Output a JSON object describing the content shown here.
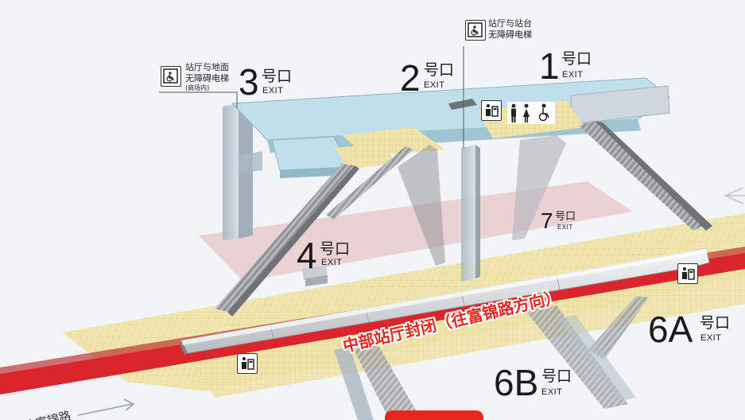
{
  "exits": {
    "exit1": {
      "number": "1",
      "hao": "号口",
      "exit": "EXIT"
    },
    "exit2": {
      "number": "2",
      "hao": "号口",
      "exit": "EXIT"
    },
    "exit3": {
      "number": "3",
      "hao": "号口",
      "exit": "EXIT"
    },
    "exit4": {
      "number": "4",
      "hao": "号口",
      "exit": "EXIT"
    },
    "exit7": {
      "number": "7",
      "hao": "号口",
      "exit": "EXIT"
    },
    "exit6a": {
      "number": "6A",
      "hao": "号口",
      "exit": "EXIT"
    },
    "exit6b": {
      "number": "6B",
      "hao": "号口",
      "exit": "EXIT"
    }
  },
  "elevators": {
    "left": {
      "line1": "站厅与地面",
      "line2": "无障碍电梯",
      "note": "(商场内)"
    },
    "top": {
      "line1": "站厅与站台",
      "line2": "无障碍电梯"
    }
  },
  "banner": "中部站厅封闭（往富锦路方向）",
  "road_label": "往富锦路",
  "icons": [
    "ticket-machine-icon",
    "toilet-male-icon",
    "toilet-female-icon",
    "toilet-accessible-icon",
    "accessible-elevator-icon"
  ],
  "colors": {
    "hall": "#bfe0ea",
    "platform": "#efe6b0",
    "pink": "#e6c8cc",
    "rail": "#d9252b",
    "train": "#d4d6d9",
    "banner": "#e8261f"
  }
}
